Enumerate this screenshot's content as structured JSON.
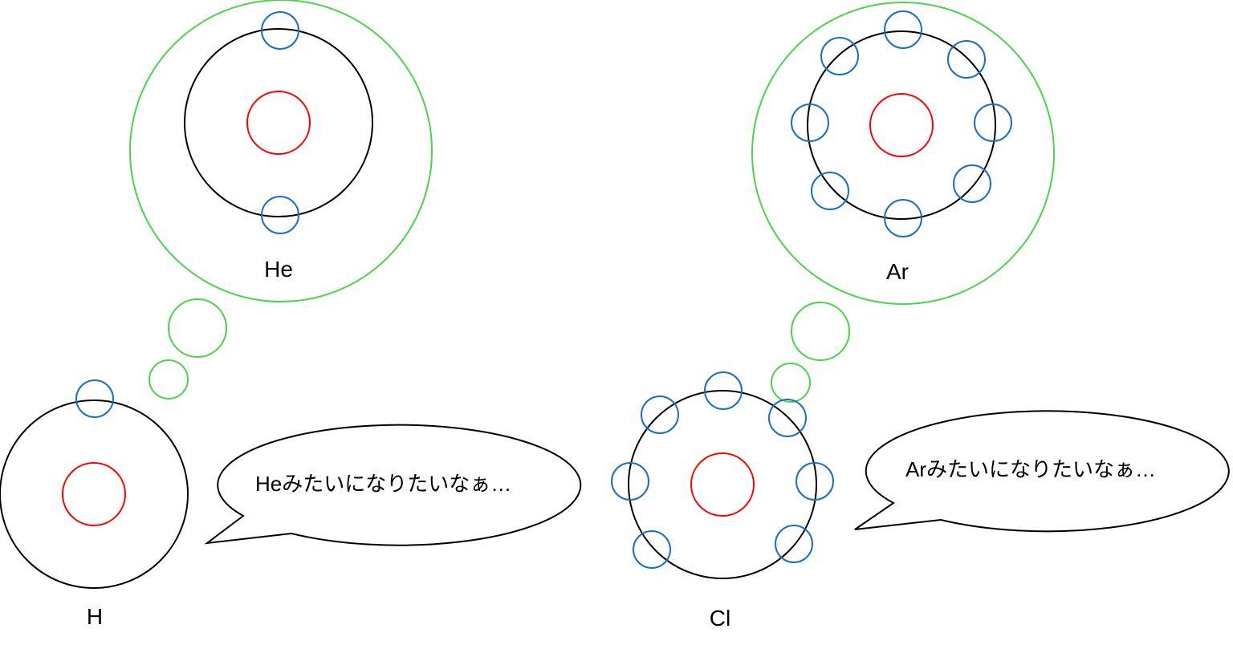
{
  "colors": {
    "shell": "#000000",
    "nucleus": "#ff0000",
    "electron": "#1a6fc4",
    "thought": "#4cd34c"
  },
  "atoms": {
    "he": {
      "label": "He",
      "electrons": 2
    },
    "h": {
      "label": "H",
      "electrons": 1
    },
    "ar": {
      "label": "Ar",
      "electrons": 8
    },
    "cl": {
      "label": "Cl",
      "electrons": 7
    }
  },
  "speech": {
    "h": "Heみたいになりたいなぁ…",
    "cl": "Arみたいになりたいなぁ…"
  }
}
